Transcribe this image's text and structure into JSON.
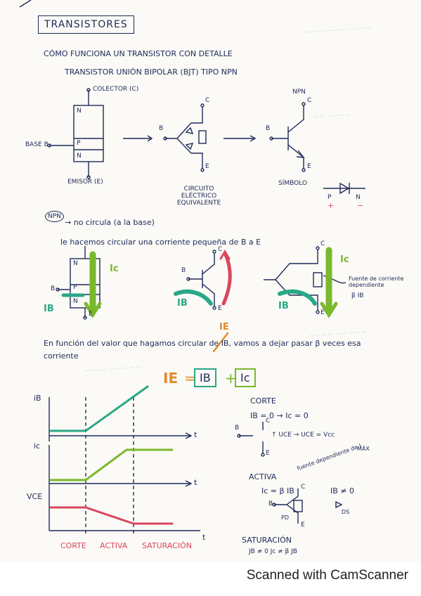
{
  "page": {
    "title": "TRANSISTORES",
    "heading": "CÓMO FUNCIONA UN TRANSISTOR CON DETALLE",
    "subheading": "TRANSISTOR UNIÓN BIPOLAR (BJT) TIPO NPN"
  },
  "diagram1": {
    "collector": "COLECTOR (C)",
    "base": "BASE B",
    "emitter": "EMISOR (E)",
    "n_top": "N",
    "p_mid": "P",
    "n_bottom": "N",
    "circuit_caption": "CIRCUITO ELÉCTRICO EQUIVALENTE",
    "b": "B",
    "c": "C",
    "e": "E",
    "npn": "NPN",
    "symbol_caption": "SÍMBOLO",
    "diode_p": "P",
    "diode_n": "N",
    "plus": "+",
    "minus": "−"
  },
  "notes": {
    "npn_circle": "NPN",
    "no_circula": "→ no circula (a la base)",
    "hacemos": "le hacemos circular una corriente pequeña de B a E"
  },
  "diagram2": {
    "ic": "Ic",
    "ib": "IB",
    "ie": "IE",
    "fuente": "Fuente de corriente dependiente",
    "beta_ib": "β IB",
    "b": "B",
    "c": "C",
    "e": "E",
    "n": "N",
    "p": "P"
  },
  "equation": {
    "line": "En función del valor que hagamos circular de IB, vamos a dejar pasar β veces esa corriente",
    "ie": "IE",
    "eq": "=",
    "ib": "IB",
    "plus": "+",
    "ic": "Ic"
  },
  "graphs": {
    "ib_label": "iB",
    "ic_label": "ic",
    "vce_label": "VCE",
    "t": "t",
    "corte": "CORTE",
    "activa": "ACTIVA",
    "saturacion": "SATURACIÓN"
  },
  "modes": {
    "corte_title": "CORTE",
    "corte_eq": "IB = 0 → Ic = 0",
    "corte_vce": "↑ UCE → UCE = Vcc",
    "corte_max": "MÁX",
    "activa_title": "ACTIVA",
    "activa_eq": "Ic = β IB",
    "activa_cond": "IB ≠ 0",
    "activa_note": "fuente dependiente de I",
    "sat_title": "SATURACIÓN",
    "sat_eq": "JB ≠ 0    Jc ≠ β JB",
    "ds": "DS",
    "pd": "PD",
    "b": "B",
    "c": "C",
    "e": "E"
  },
  "footer": "Scanned with CamScanner",
  "colors": {
    "ink": "#1e2a5a",
    "green": "#7ab82c",
    "teal": "#2aa887",
    "red": "#d9465c",
    "orange": "#e38a2e"
  }
}
